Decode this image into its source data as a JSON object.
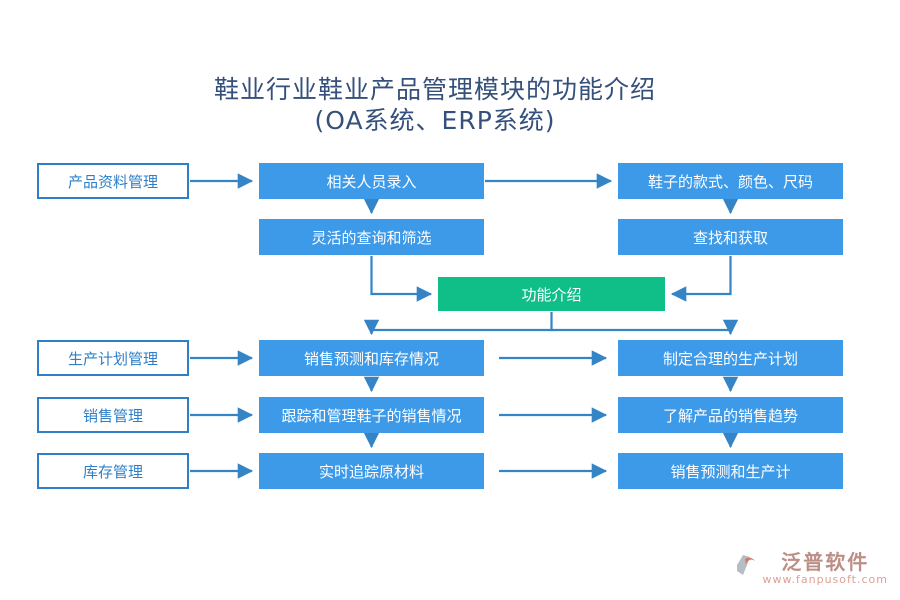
{
  "title": {
    "line1": "鞋业行业鞋业产品管理模块的功能介绍",
    "line2": "(OA系统、ERP系统)"
  },
  "nodes": {
    "product_data_mgmt": {
      "label": "产品资料管理"
    },
    "personnel_entry": {
      "label": "相关人员录入"
    },
    "shoe_style_color_size": {
      "label": "鞋子的款式、颜色、尺码"
    },
    "flexible_query_filter": {
      "label": "灵活的查询和筛选"
    },
    "find_and_retrieve": {
      "label": "查找和获取"
    },
    "function_intro": {
      "label": "功能介绍"
    },
    "production_plan_mgmt": {
      "label": "生产计划管理"
    },
    "sales_forecast_inventory": {
      "label": "销售预测和库存情况"
    },
    "make_reasonable_plan": {
      "label": "制定合理的生产计划"
    },
    "sales_mgmt": {
      "label": "销售管理"
    },
    "track_manage_shoe_sales": {
      "label": "跟踪和管理鞋子的销售情况"
    },
    "understand_sales_trend": {
      "label": "了解产品的销售趋势"
    },
    "inventory_mgmt": {
      "label": "库存管理"
    },
    "realtime_track_materials": {
      "label": "实时追踪原材料"
    },
    "sales_forecast_production": {
      "label": "销售预测和生产计"
    }
  },
  "watermark": {
    "brand": "泛普软件",
    "url": "www.fanpusoft.com"
  },
  "colors": {
    "blue_node": "#3d9ae8",
    "green_node": "#10bf88",
    "outline_node": "#2e7fc8",
    "arrow": "#3584c6",
    "title_text": "#35507b",
    "watermark_brand": "#b07b72",
    "watermark_url": "#d98f82"
  }
}
